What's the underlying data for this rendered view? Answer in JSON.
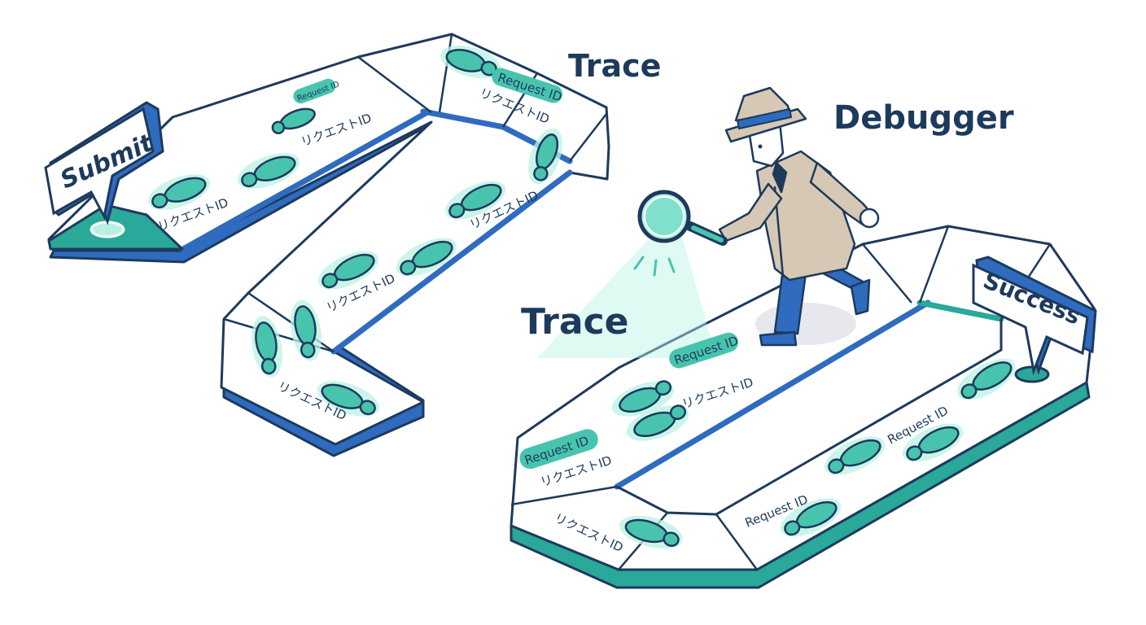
{
  "labels": {
    "trace_top": "Trace",
    "debugger": "Debugger",
    "trace_mid": "Trace",
    "submit": "Submit",
    "success": "Success",
    "request_id": "Request ID",
    "request_id_jp": "リクエストID"
  },
  "colors": {
    "navy": "#1d3a5c",
    "blue": "#2f6bbf",
    "teal": "#48c4ae",
    "coat": "#d6c8b4"
  },
  "icons": [
    "speech-bubble-icon",
    "footprint-icon",
    "detective-figure",
    "magnifying-glass-icon",
    "hat-icon"
  ]
}
